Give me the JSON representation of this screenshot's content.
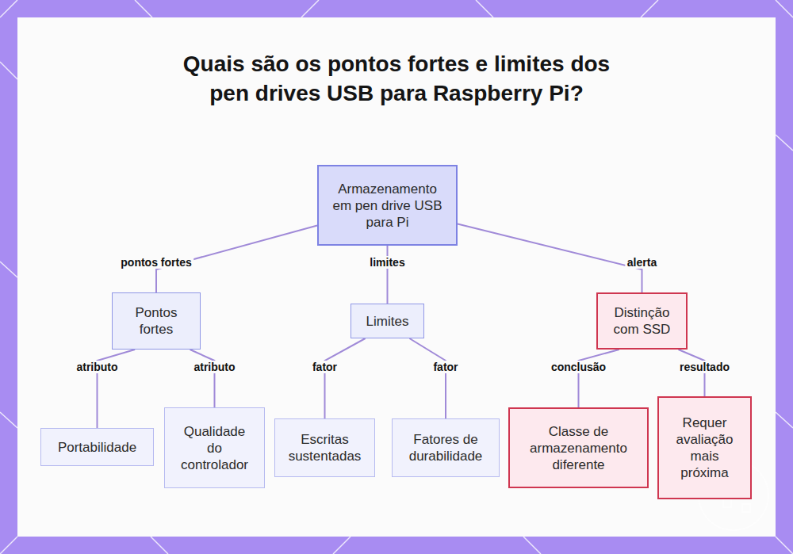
{
  "diagram": {
    "title": "Quais são os pontos fortes e limites dos pen drives USB para Raspberry Pi?",
    "nodes": [
      {
        "text": [
          "Armazenamento em pen drive USB para Pi"
        ]
      },
      {
        "text": [
          "Pontos fortes"
        ]
      },
      {
        "text": [
          "Limites"
        ]
      },
      {
        "text": [
          "Distinção com SSD"
        ]
      },
      {
        "text": [
          "Portabilidade"
        ]
      },
      {
        "text": [
          "Qualidade do controlador"
        ]
      },
      {
        "text": [
          "Escritas sustentadas"
        ]
      },
      {
        "text": [
          "Fatores de durabilidade"
        ]
      },
      {
        "text": [
          "Classe de armazenamento diferente"
        ]
      },
      {
        "text": [
          "Requer avaliação mais próxima"
        ]
      }
    ],
    "edges": [
      {
        "from": 0,
        "to": 1,
        "label": "pontos fortes",
        "arrow": "none"
      },
      {
        "from": 0,
        "to": 2,
        "label": "limites",
        "arrow": "none"
      },
      {
        "from": 0,
        "to": 3,
        "label": "alerta",
        "arrow": "none"
      },
      {
        "from": 1,
        "to": 4,
        "label": "atributo",
        "arrow": "none"
      },
      {
        "from": 1,
        "to": 5,
        "label": "atributo",
        "arrow": "none"
      },
      {
        "from": 2,
        "to": 6,
        "label": "fator",
        "arrow": "none"
      },
      {
        "from": 2,
        "to": 7,
        "label": "fator",
        "arrow": "none"
      },
      {
        "from": 3,
        "to": 8,
        "label": "conclusão",
        "arrow": "none"
      },
      {
        "from": 3,
        "to": 9,
        "label": "resultado",
        "arrow": "none"
      }
    ]
  }
}
